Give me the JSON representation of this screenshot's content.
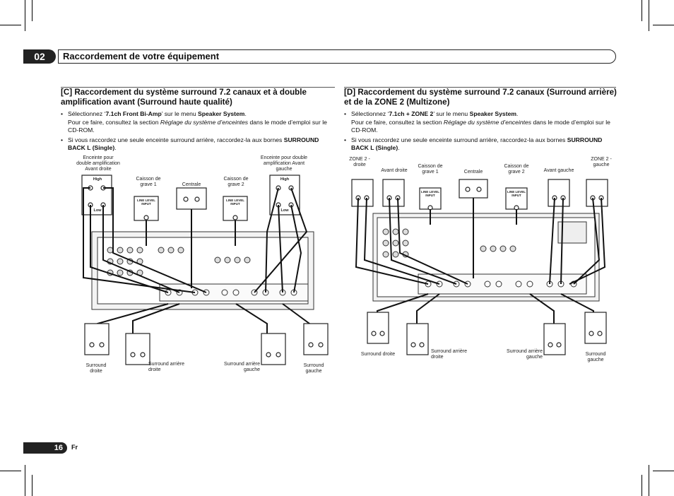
{
  "chapter": {
    "number": "02",
    "title": "Raccordement de votre équipement"
  },
  "section_c": {
    "title": "[C] Raccordement du système surround 7.2 canaux et à double amplification avant (Surround haute qualité)",
    "bullet1": {
      "pre": "Sélectionnez ‘",
      "bold1": "7.1ch Front Bi-Amp",
      "mid": "’ sur le menu ",
      "bold2": "Speaker System",
      "end": ".",
      "line2pre": "Pour ce faire, consultez la section ",
      "italic": "Réglage du système d’enceintes",
      "line2post": " dans le mode d’emploi sur le CD-ROM."
    },
    "bullet2": {
      "pre": "Si vous raccordez une seule enceinte surround arrière, raccordez-la aux bornes ",
      "bold": "SURROUND BACK L (Single)",
      "end": "."
    },
    "labels": {
      "front_right": "Enceinte pour double amplification Avant droite",
      "sub1": "Caisson de grave 1",
      "center": "Centrale",
      "sub2": "Caisson de grave 2",
      "front_left": "Enceinte pour double amplification Avant gauche",
      "surround_right": "Surround droite",
      "surround_back_right": "Surround arrière droite",
      "surround_back_left": "Surround arrière gauche",
      "surround_left": "Surround gauche",
      "high": "High",
      "low": "Low",
      "line_level_input": "LINE LEVEL INPUT"
    }
  },
  "section_d": {
    "title": "[D] Raccordement du système surround 7.2 canaux (Surround arrière) et de la ZONE 2 (Multizone)",
    "bullet1": {
      "pre": "Sélectionnez ‘",
      "bold1": "7.1ch + ZONE 2",
      "mid": "’ sur le menu ",
      "bold2": "Speaker System",
      "end": ".",
      "line2pre": "Pour ce faire, consultez la section ",
      "italic": "Réglage du système d’enceintes",
      "line2post": " dans le mode d’emploi sur le CD-ROM."
    },
    "bullet2": {
      "pre": "Si vous raccordez une seule enceinte surround arrière, raccordez-la aux bornes ",
      "bold": "SURROUND BACK L (Single)",
      "end": "."
    },
    "labels": {
      "zone2_right": "ZONE 2 - droite",
      "front_right": "Avant droite",
      "sub1": "Caisson de grave 1",
      "center": "Centrale",
      "sub2": "Caisson de grave 2",
      "front_left": "Avant gauche",
      "zone2_left": "ZONE 2 - gauche",
      "surround_right": "Surround droite",
      "surround_back_right": "Surround arrière droite",
      "surround_back_left": "Surround arrière gauche",
      "surround_left": "Surround gauche",
      "line_level_input": "LINE LEVEL INPUT"
    }
  },
  "footer": {
    "page": "16",
    "lang": "Fr"
  }
}
